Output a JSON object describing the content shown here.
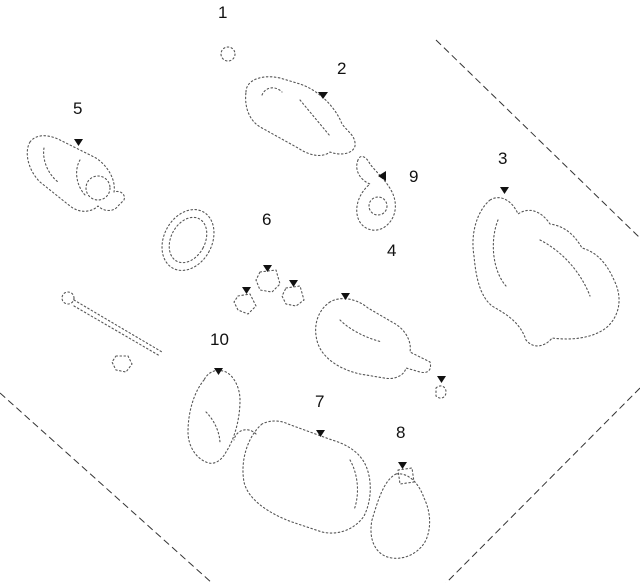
{
  "callouts": [
    {
      "id": "1",
      "label": "1"
    },
    {
      "id": "2",
      "label": "2"
    },
    {
      "id": "3",
      "label": "3"
    },
    {
      "id": "4",
      "label": "4"
    },
    {
      "id": "5",
      "label": "5"
    },
    {
      "id": "6",
      "label": "6"
    },
    {
      "id": "7",
      "label": "7"
    },
    {
      "id": "8",
      "label": "8"
    },
    {
      "id": "9",
      "label": "9"
    },
    {
      "id": "10",
      "label": "10"
    }
  ],
  "colors": {
    "line": "#555555",
    "text": "#111111",
    "background": "#ffffff"
  }
}
